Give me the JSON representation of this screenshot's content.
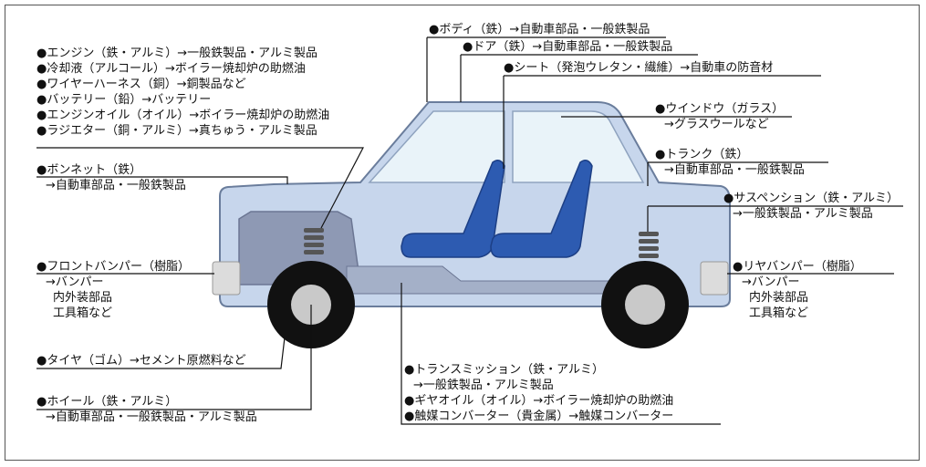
{
  "labels": {
    "engine": "●エンジン（鉄・アルミ）→一般鉄製品・アルミ製品",
    "coolant": "●冷却液（アルコール）→ボイラー焼却炉の助燃油",
    "wire_harness": "●ワイヤーハーネス（銅）→銅製品など",
    "battery": "●バッテリー（鉛）→バッテリー",
    "engine_oil": "●エンジンオイル（オイル）→ボイラー焼却炉の助燃油",
    "radiator": "●ラジエター（銅・アルミ）→真ちゅう・アルミ製品",
    "bonnet_1": "●ボンネット（鉄）",
    "bonnet_2": "→自動車部品・一般鉄製品",
    "front_bumper_1": "●フロントバンパー（樹脂）",
    "front_bumper_2": "→バンパー",
    "front_bumper_3": "内外装部品",
    "front_bumper_4": "工具箱など",
    "tire": "●タイヤ（ゴム）→セメント原燃料など",
    "wheel_1": "●ホイール（鉄・アルミ）",
    "wheel_2": "→自動車部品・一般鉄製品・アルミ製品",
    "body": "●ボディ（鉄）→自動車部品・一般鉄製品",
    "door": "●ドア（鉄）→自動車部品・一般鉄製品",
    "seat": "●シート（発泡ウレタン・繊維）→自動車の防音材",
    "window_1": "●ウインドウ（ガラス）",
    "window_2": "→グラスウールなど",
    "trunk_1": "●トランク（鉄）",
    "trunk_2": "→自動車部品・一般鉄製品",
    "suspension_1": "●サスペンション（鉄・アルミ）",
    "suspension_2": "→一般鉄製品・アルミ製品",
    "rear_bumper_1": "●リヤバンパー（樹脂）",
    "rear_bumper_2": "→バンパー",
    "rear_bumper_3": "内外装部品",
    "rear_bumper_4": "工具箱など",
    "transmission_1": "●トランスミッション（鉄・アルミ）",
    "transmission_2": "→一般鉄製品・アルミ製品",
    "gear_oil": "●ギヤオイル（オイル）→ボイラー焼却炉の助燃油",
    "catalytic": "●触媒コンバーター（貴金属）→触媒コンバーター"
  },
  "colors": {
    "body_fill": "#c7d6ec",
    "body_stroke": "#6a7d9c",
    "window_fill": "#e9f3f9",
    "engine_fill": "#8e99b4",
    "seat_fill": "#2d5bb1",
    "tire_fill": "#111111",
    "hub_fill": "#c9c9c9",
    "line_color": "#111111"
  }
}
